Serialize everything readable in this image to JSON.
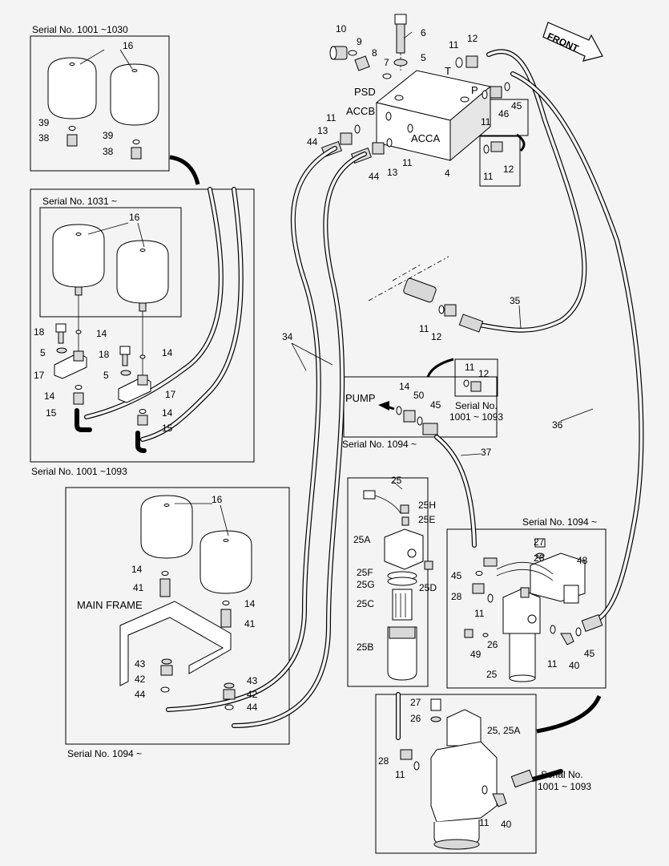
{
  "serial_labels": {
    "s1001_1030": "Serial No. 1001 ~1030",
    "s1031": "Serial No. 1031 ~",
    "s1001_1093_left": "Serial No. 1001 ~1093",
    "s1094_left": "Serial No. 1094 ~",
    "s1094_pump": "Serial No. 1094 ~",
    "s1001_1093_pump_a": "Serial No.",
    "s1001_1093_pump_b": "1001 ~ 1093",
    "s1094_right": "Serial No. 1094 ~",
    "s1001_1093_br_a": "Serial No.",
    "s1001_1093_br_b": "1001 ~ 1093"
  },
  "text_labels": {
    "front": "FRONT",
    "psd": "PSD",
    "accb": "ACCB",
    "acca": "ACCA",
    "t": "T",
    "p": "P",
    "pump": "PUMP",
    "main_frame": "MAIN FRAME"
  },
  "part_numbers": {
    "n6": "6",
    "n10": "10",
    "n9": "9",
    "n8": "8",
    "n7": "7",
    "n5": "5",
    "n11a": "11",
    "n12a": "12",
    "n11b": "11",
    "n46": "46",
    "n45a": "45",
    "n11c": "11",
    "n12c": "12",
    "n11d": "11",
    "n13a": "13",
    "n44a": "44",
    "n44b": "44",
    "n13b": "13",
    "n11e": "11",
    "n4": "4",
    "n16a": "16",
    "n39a": "39",
    "n38a": "38",
    "n39b": "39",
    "n38b": "38",
    "n16b": "16",
    "n18a": "18",
    "n14a": "14",
    "n5a": "5",
    "n17a": "17",
    "n14b": "14",
    "n15a": "15",
    "n18b": "18",
    "n14c": "14",
    "n5b": "5",
    "n14d": "14",
    "n17b": "17",
    "n15b": "15",
    "n34": "34",
    "n35": "35",
    "n11f": "11",
    "n12f": "12",
    "n36": "36",
    "n11g": "11",
    "n12g": "12",
    "n14e": "14",
    "n50": "50",
    "n45b": "45",
    "n37": "37",
    "n16c": "16",
    "n14f": "14",
    "n41a": "41",
    "n14g": "14",
    "n41b": "41",
    "n43a": "43",
    "n42a": "42",
    "n44c": "44",
    "n43b": "43",
    "n42b": "42",
    "n44d": "44",
    "n25": "25",
    "n25h": "25H",
    "n25e": "25E",
    "n25a": "25A",
    "n25d": "25D",
    "n25f": "25F",
    "n25g": "25G",
    "n25c": "25C",
    "n25b": "25B",
    "n27a": "27",
    "n26a": "26",
    "n48": "48",
    "n45c": "45",
    "n28a": "28",
    "n11h": "11",
    "n26b": "26",
    "n49": "49",
    "n25r": "25",
    "n11i": "11",
    "n40a": "40",
    "n45d": "45",
    "n27b": "27",
    "n26c": "26",
    "n25_25a": "25, 25A",
    "n28b": "28",
    "n11j": "11",
    "n11k": "11",
    "n40b": "40"
  }
}
